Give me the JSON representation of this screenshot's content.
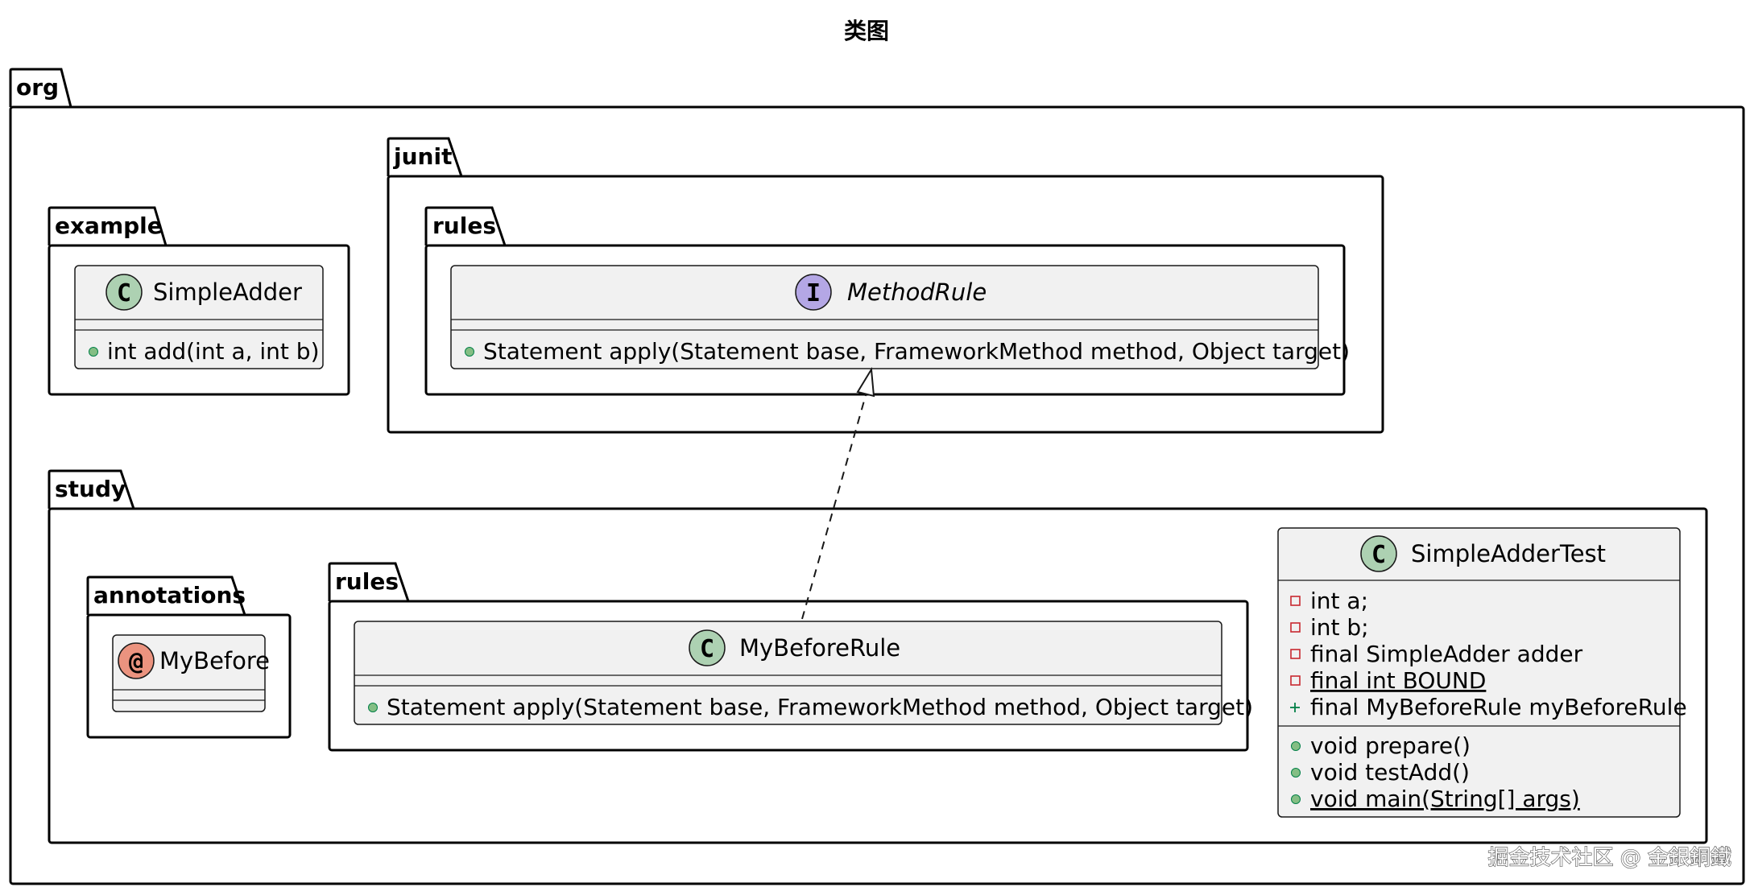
{
  "diagram": {
    "title": "类图",
    "watermark": "掘金技术社区 @ 金銀銅鐵"
  },
  "packages": {
    "org": "org",
    "example": "example",
    "junit": "junit",
    "junit_rules": "rules",
    "study": "study",
    "annotations": "annotations",
    "study_rules": "rules"
  },
  "classes": {
    "simple_adder": {
      "stereotype_icon": "class-c-icon",
      "name": "SimpleAdder",
      "methods": [
        "int add(int a, int b)"
      ]
    },
    "method_rule": {
      "stereotype_icon": "interface-i-icon",
      "name": "MethodRule",
      "methods": [
        "Statement apply(Statement base, FrameworkMethod method, Object target)"
      ]
    },
    "my_before": {
      "stereotype_icon": "annotation-at-icon",
      "name": "MyBefore"
    },
    "my_before_rule": {
      "stereotype_icon": "class-c-icon",
      "name": "MyBeforeRule",
      "methods": [
        "Statement apply(Statement base, FrameworkMethod method, Object target)"
      ]
    },
    "simple_adder_test": {
      "stereotype_icon": "class-c-icon",
      "name": "SimpleAdderTest",
      "fields": [
        "int a;",
        "int b;",
        "final SimpleAdder adder",
        "final int BOUND",
        "final MyBeforeRule myBeforeRule"
      ],
      "methods": [
        "void prepare()",
        "void testAdd()",
        "void main(String[] args)"
      ]
    }
  },
  "colors": {
    "class_fill": "#F1F1F1",
    "class_icon": "#ADD1B2",
    "interface_icon": "#B4A7E5",
    "annotation_icon": "#EB937F",
    "public_marker": "#84BE84",
    "private_marker": "#C82930"
  }
}
